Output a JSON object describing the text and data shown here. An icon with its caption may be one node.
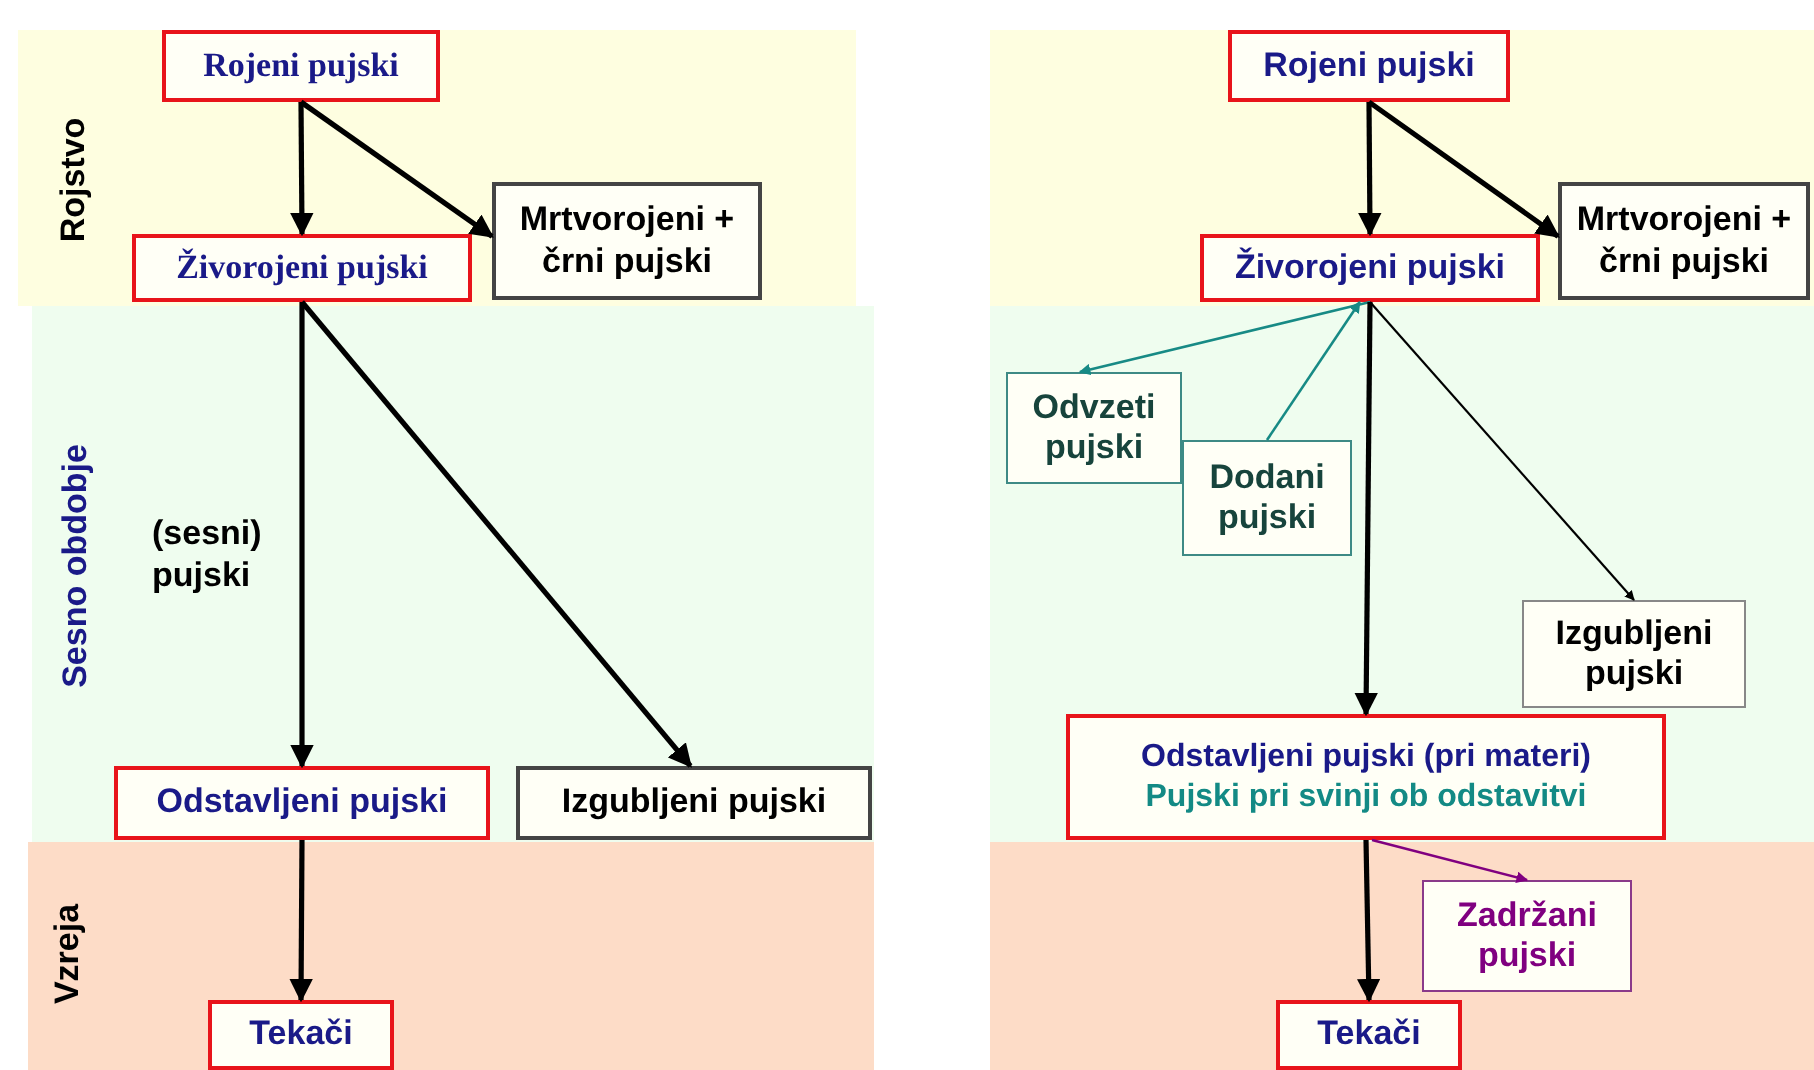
{
  "diagram": {
    "nodes": [
      {
        "text": [
          "Rojstvo"
        ]
      },
      {
        "text": [
          "Rojeni pujski"
        ],
        "in": 0
      },
      {
        "text": [
          "Mrtvorojeni + črni pujski"
        ],
        "in": 0
      },
      {
        "text": [
          "Živorojeni pujski"
        ],
        "in": 0
      },
      {
        "text": [
          "Sesno obdobje"
        ]
      },
      {
        "text": [
          "Odstavljeni pujski"
        ],
        "in": 4
      },
      {
        "text": [
          "Izgubljeni pujski"
        ],
        "in": 4
      },
      {
        "text": [
          "Vzreja"
        ]
      },
      {
        "text": [
          "Tekači"
        ],
        "in": 7
      },
      {
        "text": [],
        "shape": "band"
      },
      {
        "text": [
          "Rojeni pujski"
        ],
        "in": 9
      },
      {
        "text": [
          "Mrtvorojeni + črni pujski"
        ],
        "in": 9
      },
      {
        "text": [
          "Živorojeni pujski"
        ],
        "in": 9
      },
      {
        "text": [],
        "shape": "band"
      },
      {
        "text": [
          "Odvzeti pujski"
        ],
        "in": 13
      },
      {
        "text": [
          "Dodani pujski"
        ],
        "in": 13
      },
      {
        "text": [
          "Izgubljeni pujski"
        ],
        "in": 13
      },
      {
        "text": [
          "Odstavljeni pujski (pri materi)",
          "Pujski pri svinji ob odstavitvi"
        ],
        "in": 13
      },
      {
        "text": [],
        "shape": "band"
      },
      {
        "text": [
          "Zadržani pujski"
        ],
        "in": 18
      },
      {
        "text": [
          "Tekači"
        ],
        "in": 18
      }
    ],
    "edges": [
      {
        "from": 1,
        "to": 3,
        "arrow": "to"
      },
      {
        "from": 1,
        "to": 2,
        "arrow": "to"
      },
      {
        "from": 3,
        "to": 5,
        "arrow": "to",
        "label": "(sesni) pujski"
      },
      {
        "from": 3,
        "to": 6,
        "arrow": "to"
      },
      {
        "from": 5,
        "to": 8,
        "arrow": "to"
      },
      {
        "from": 10,
        "to": 12,
        "arrow": "to"
      },
      {
        "from": 10,
        "to": 11,
        "arrow": "to"
      },
      {
        "from": 12,
        "to": 14,
        "arrow": "to",
        "color": "#178a85"
      },
      {
        "from": 15,
        "to": 12,
        "arrow": "to",
        "color": "#178a85"
      },
      {
        "from": 12,
        "to": 16,
        "arrow": "to"
      },
      {
        "from": 12,
        "to": 17,
        "arrow": "to"
      },
      {
        "from": 17,
        "to": 20,
        "arrow": "to"
      },
      {
        "from": 17,
        "to": 19,
        "arrow": "to",
        "color": "#800080"
      }
    ]
  }
}
